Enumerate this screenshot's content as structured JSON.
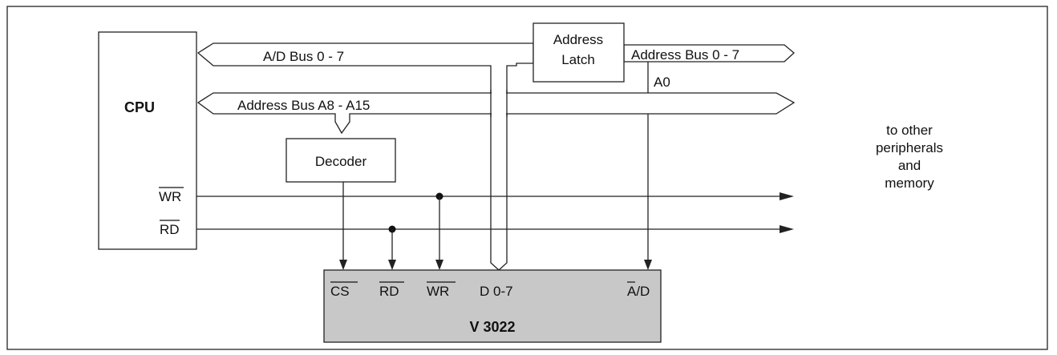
{
  "cpu": {
    "label": "CPU"
  },
  "address_latch": {
    "label_line1": "Address",
    "label_line2": "Latch"
  },
  "decoder": {
    "label": "Decoder"
  },
  "buses": {
    "ad_bus": "A/D Bus 0 - 7",
    "address_bus_high": "Address Bus A8 - A15",
    "address_bus_low": "Address Bus 0 - 7"
  },
  "signals": {
    "wr": "WR",
    "rd": "RD",
    "a0": "A0"
  },
  "chip": {
    "name": "V 3022",
    "pins": {
      "cs": "CS",
      "rd": "RD",
      "wr": "WR",
      "data": "D 0-7",
      "ad": "A/D"
    }
  },
  "note": {
    "lines": [
      "to other",
      "peripherals",
      "and",
      "memory"
    ]
  }
}
